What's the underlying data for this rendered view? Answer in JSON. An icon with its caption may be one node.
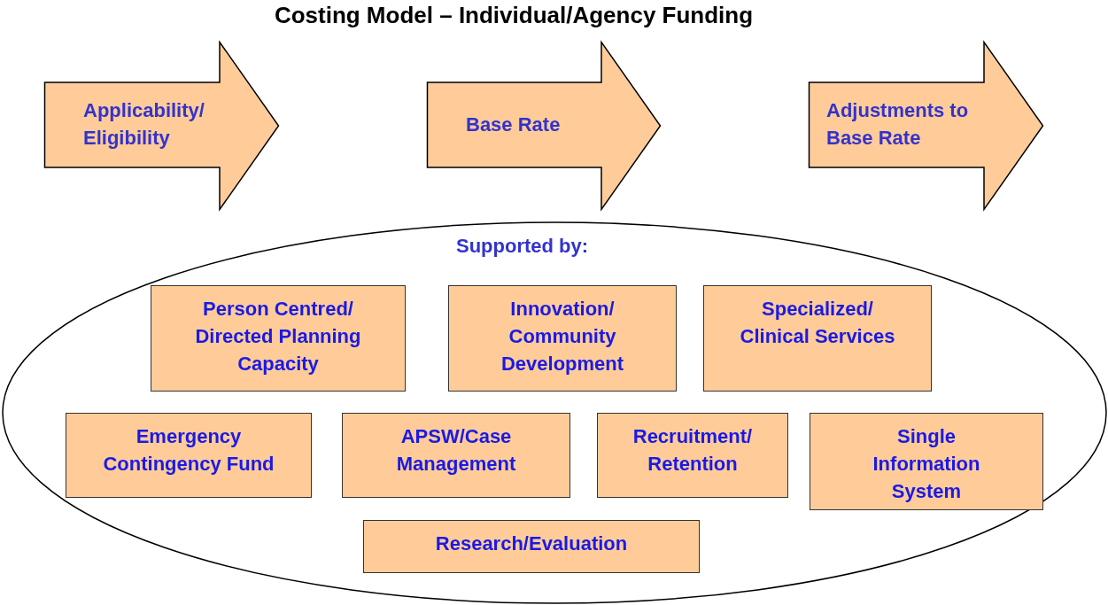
{
  "diagram": {
    "title": "Costing Model – Individual/Agency Funding",
    "nodes": [
      {
        "text": [
          "Applicability/ Eligibility"
        ]
      },
      {
        "text": [
          "Base Rate"
        ]
      },
      {
        "text": [
          "Adjustments to Base Rate"
        ]
      },
      {
        "text": [
          "Supported by:"
        ]
      },
      {
        "text": [
          "Person Centred/ Directed Planning Capacity"
        ],
        "in": 3
      },
      {
        "text": [
          "Innovation/ Community Development"
        ],
        "in": 3
      },
      {
        "text": [
          "Specialized/ Clinical Services"
        ],
        "in": 3
      },
      {
        "text": [
          "Emergency Contingency Fund"
        ],
        "in": 3
      },
      {
        "text": [
          "APSW/Case Management"
        ],
        "in": 3
      },
      {
        "text": [
          "Recruitment/ Retention"
        ],
        "in": 3
      },
      {
        "text": [
          "Single Information System"
        ],
        "in": 3
      },
      {
        "text": [
          "Research/Evaluation"
        ],
        "in": 3
      }
    ]
  }
}
